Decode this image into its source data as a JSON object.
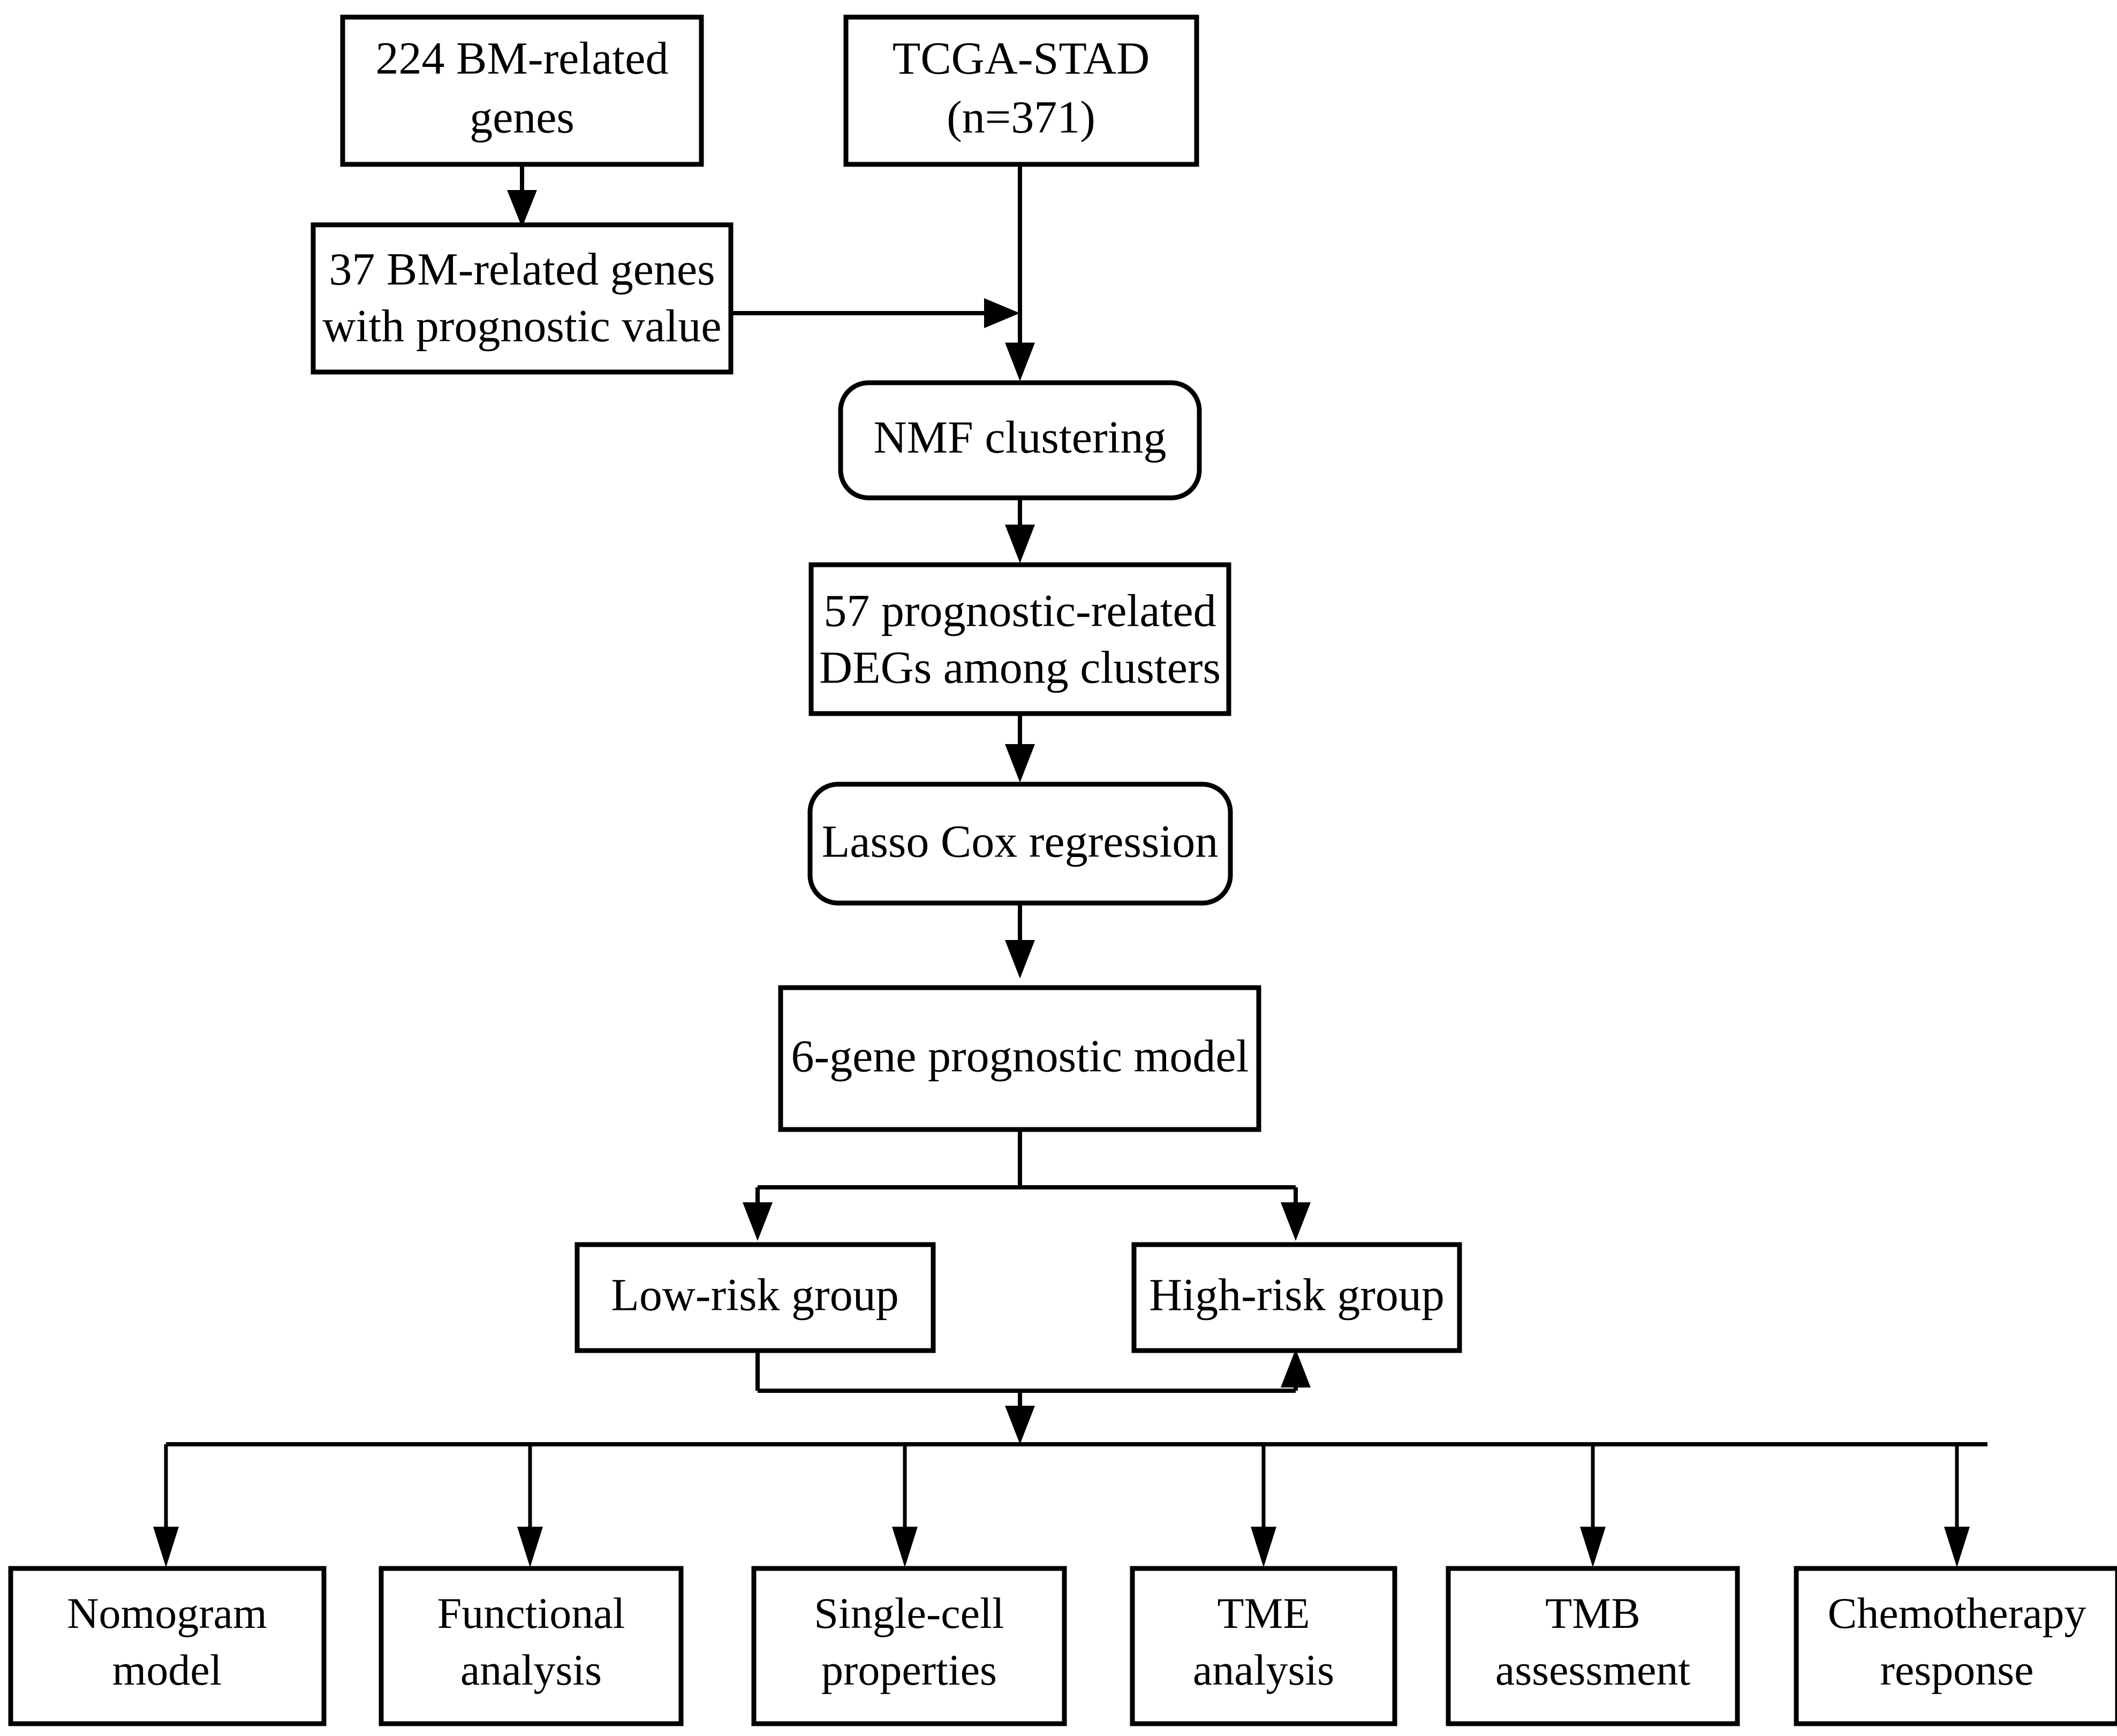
{
  "diagram": {
    "title": "Study workflow flowchart",
    "background_color": "#ffffff",
    "line_color": "#000000",
    "nodes": {
      "bm_genes_224": {
        "line1": "224 BM-related",
        "line2": "genes",
        "shape": "rectangle"
      },
      "tcga_stad": {
        "line1": "TCGA-STAD",
        "line2": "(n=371)",
        "shape": "rectangle"
      },
      "bm_genes_37": {
        "line1": "37 BM-related genes",
        "line2": "with prognostic value",
        "shape": "rectangle"
      },
      "nmf_clustering": {
        "line1": "NMF clustering",
        "shape": "rounded-rectangle"
      },
      "degs_57": {
        "line1": "57 prognostic-related",
        "line2": "DEGs among clusters",
        "shape": "rectangle"
      },
      "lasso_cox": {
        "line1": "Lasso Cox regression",
        "shape": "rounded-rectangle"
      },
      "model_6gene": {
        "line1": "6-gene prognostic model",
        "shape": "rectangle"
      },
      "low_risk": {
        "line1": "Low-risk group",
        "shape": "rectangle"
      },
      "high_risk": {
        "line1": "High-risk group",
        "shape": "rectangle"
      },
      "nomogram": {
        "line1": "Nomogram",
        "line2": "model",
        "shape": "rectangle"
      },
      "functional": {
        "line1": "Functional",
        "line2": "analysis",
        "shape": "rectangle"
      },
      "single_cell": {
        "line1": "Single-cell",
        "line2": "properties",
        "shape": "rectangle"
      },
      "tme": {
        "line1": "TME",
        "line2": "analysis",
        "shape": "rectangle"
      },
      "tmb": {
        "line1": "TMB",
        "line2": "assessment",
        "shape": "rectangle"
      },
      "chemo": {
        "line1": "Chemotherapy",
        "line2": "response",
        "shape": "rectangle"
      }
    },
    "edges": [
      {
        "from": "bm_genes_224",
        "to": "bm_genes_37",
        "style": "arrow-down"
      },
      {
        "from": "bm_genes_37",
        "to": "tcga_stad_line",
        "style": "arrow-right"
      },
      {
        "from": "tcga_stad",
        "to": "nmf_clustering",
        "style": "arrow-down"
      },
      {
        "from": "nmf_clustering",
        "to": "degs_57",
        "style": "arrow-down"
      },
      {
        "from": "degs_57",
        "to": "lasso_cox",
        "style": "arrow-down"
      },
      {
        "from": "lasso_cox",
        "to": "model_6gene",
        "style": "arrow-down"
      },
      {
        "from": "model_6gene",
        "to": "low_risk",
        "style": "split-arrow-down"
      },
      {
        "from": "model_6gene",
        "to": "high_risk",
        "style": "split-arrow-down"
      },
      {
        "from": "low_risk",
        "to": "high_risk",
        "style": "merge-arrow-up"
      },
      {
        "from": "risk_groups",
        "to": "nomogram",
        "style": "bus-arrow-down"
      },
      {
        "from": "risk_groups",
        "to": "functional",
        "style": "bus-arrow-down"
      },
      {
        "from": "risk_groups",
        "to": "single_cell",
        "style": "bus-arrow-down"
      },
      {
        "from": "risk_groups",
        "to": "tme",
        "style": "bus-arrow-down"
      },
      {
        "from": "risk_groups",
        "to": "tmb",
        "style": "bus-arrow-down"
      },
      {
        "from": "risk_groups",
        "to": "chemo",
        "style": "bus-arrow-down"
      }
    ]
  }
}
